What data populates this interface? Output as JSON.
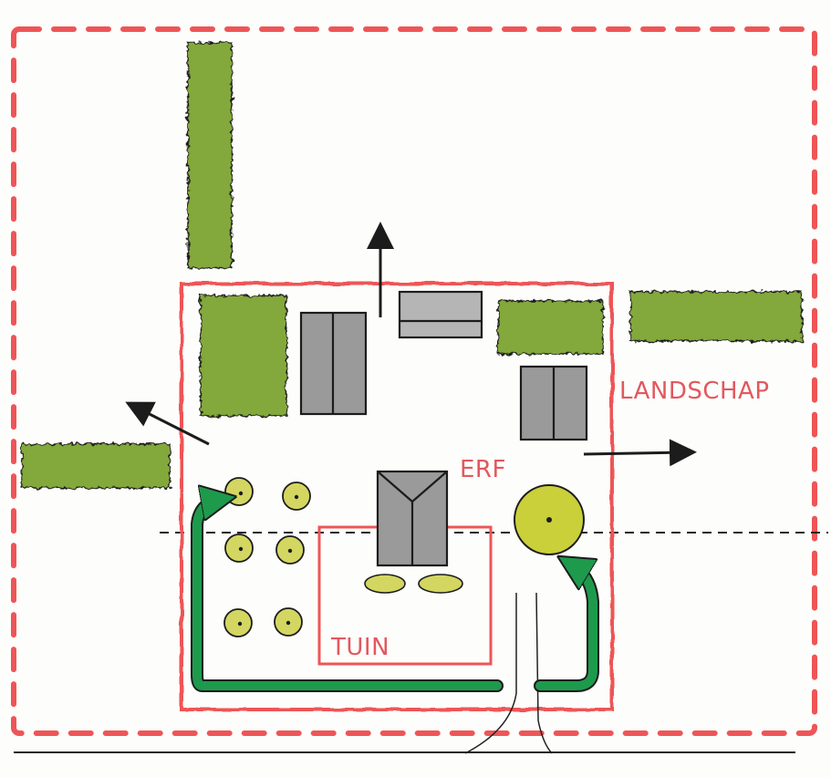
{
  "labels": {
    "landscape": "LANDSCHAP",
    "yard": "ERF",
    "garden": "TUIN"
  },
  "colors": {
    "boundary": "#ee5557",
    "hedge": "#83a83a",
    "building": "#9a9a9a",
    "tree": "#cfd554",
    "route": "#1e9a4c",
    "ink": "#1c1c1c"
  }
}
